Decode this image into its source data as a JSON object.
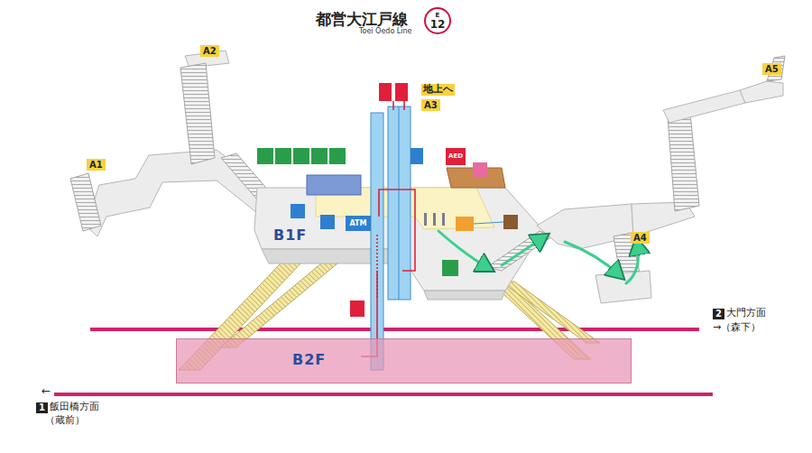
{
  "diagram": {
    "title": "都営大江戸線",
    "nodes": [
      {
        "text": [
          "E",
          "12"
        ]
      },
      {
        "text": [
          "A2"
        ]
      },
      {
        "text": [
          "A5"
        ]
      },
      {
        "text": [
          "A3"
        ]
      },
      {
        "text": [
          "A1"
        ]
      },
      {
        "text": [
          "A4"
        ]
      },
      {
        "text": [
          "B2F"
        ]
      }
    ],
    "labels": [
      "Toei Oedo Line",
      "地上へ",
      "B1F",
      "ATM",
      "AED",
      "2",
      "大門方面",
      "→（森下）",
      "←",
      "1",
      "飯田橋方面",
      "（蔵前）"
    ]
  }
}
